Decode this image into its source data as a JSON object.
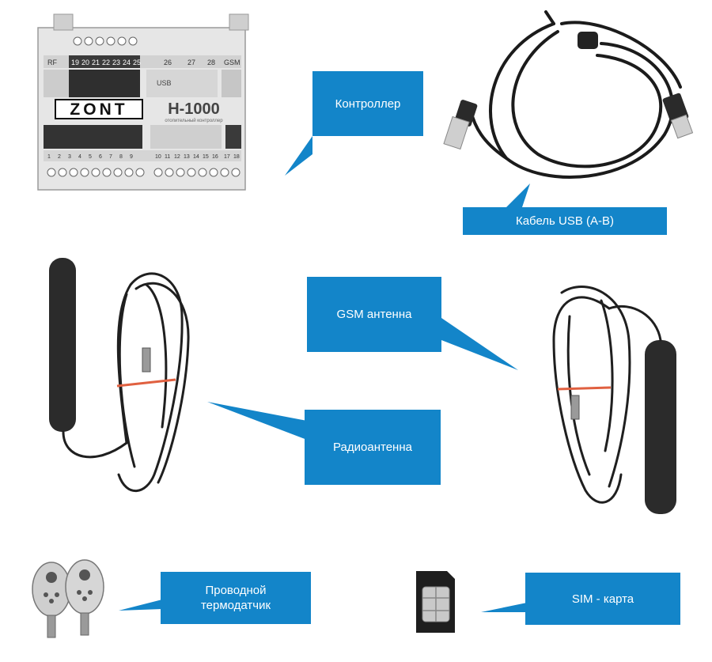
{
  "controller": {
    "brand": "ZONT",
    "model": "H-1000",
    "subtitle": "отопительный контроллер",
    "top_labels": [
      "RF",
      "19",
      "20",
      "21",
      "22",
      "23",
      "24",
      "25",
      "26",
      "27",
      "28",
      "GSM"
    ],
    "usb_label": "USB",
    "bottom_numbers": [
      "1",
      "2",
      "3",
      "4",
      "5",
      "6",
      "7",
      "8",
      "9",
      "10",
      "11",
      "12",
      "13",
      "14",
      "15",
      "16",
      "17",
      "18"
    ]
  },
  "callouts": {
    "controller": "Контроллер",
    "usb_cable": "Кабель USB (A-B)",
    "gsm_antenna": "GSM антенна",
    "radio_antenna": "Радиоантенна",
    "thermo_sensor": "Проводной\nтермодатчик",
    "sim_card": "SIM - карта"
  },
  "colors": {
    "callout_bg": "#1385c9",
    "callout_text": "#ffffff",
    "device_body": "#e9e9e9",
    "cable": "#1b1b1b"
  },
  "icons": [
    "usb-plug-icon",
    "antenna-icon",
    "sim-chip-icon",
    "thermo-sensor-icon"
  ]
}
